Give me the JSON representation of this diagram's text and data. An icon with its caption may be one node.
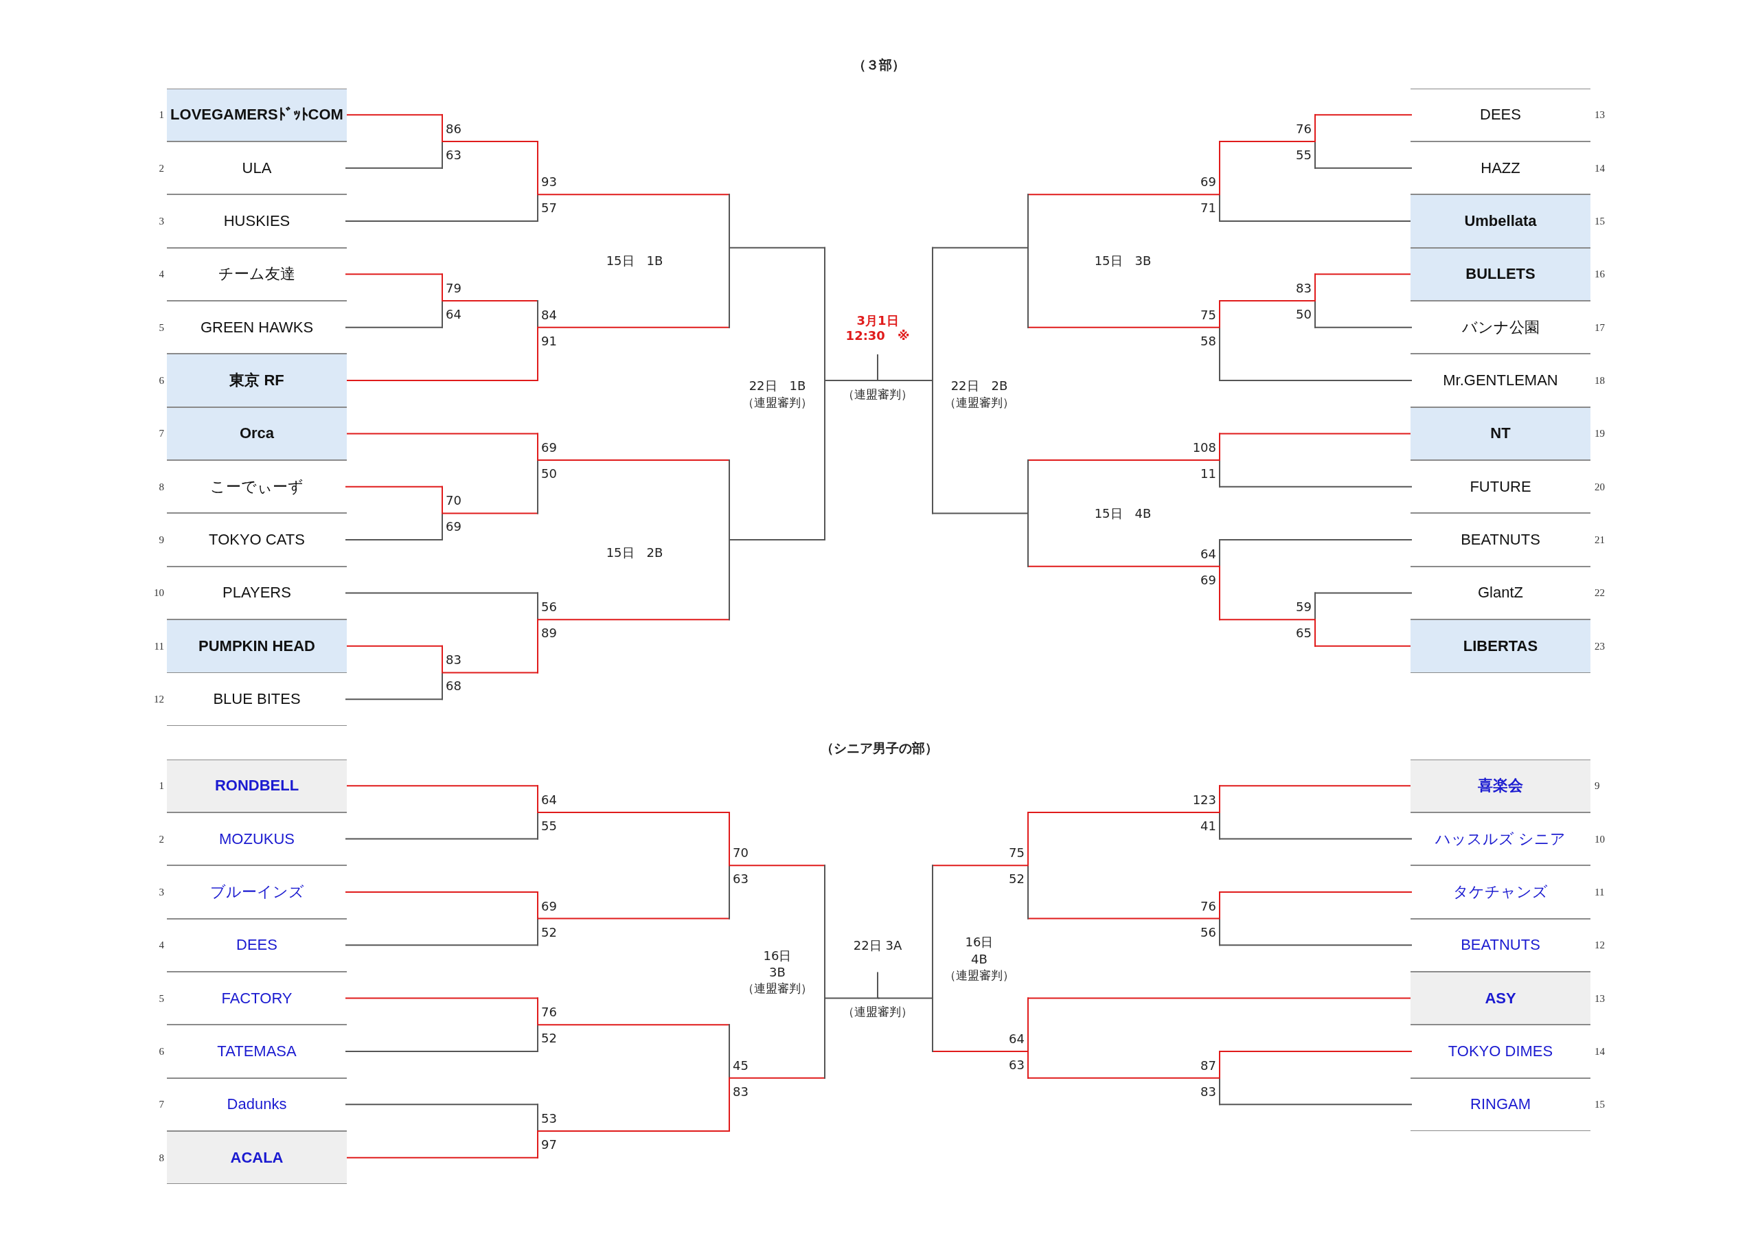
{
  "diagram": {
    "nodes": [
      {
        "text": [
          "LOVEGAMERSﾄﾞｯﾄCOM"
        ],
        "beside": [
          "1"
        ]
      },
      {
        "text": [
          "ULA"
        ],
        "beside": [
          "2"
        ]
      },
      {
        "text": [
          "HUSKIES"
        ],
        "beside": [
          "3"
        ]
      },
      {
        "text": [
          "チーム友達"
        ],
        "beside": [
          "4"
        ]
      },
      {
        "text": [
          "GREEN HAWKS"
        ],
        "beside": [
          "5"
        ]
      },
      {
        "text": [
          "東京 RF"
        ],
        "beside": [
          "6"
        ]
      },
      {
        "text": [
          "Orca"
        ],
        "beside": [
          "7"
        ]
      },
      {
        "text": [
          "こーでぃーず"
        ],
        "beside": [
          "8"
        ]
      },
      {
        "text": [
          "TOKYO CATS"
        ],
        "beside": [
          "9"
        ]
      },
      {
        "text": [
          "PLAYERS"
        ],
        "beside": [
          "10"
        ]
      },
      {
        "text": [
          "PUMPKIN HEAD"
        ],
        "beside": [
          "11"
        ]
      },
      {
        "text": [
          "BLUE BITES"
        ],
        "beside": [
          "12"
        ]
      },
      {
        "text": [
          "DEES"
        ],
        "beside": [
          "13"
        ]
      },
      {
        "text": [
          "HAZZ"
        ],
        "beside": [
          "14"
        ]
      },
      {
        "text": [
          "Umbellata"
        ],
        "beside": [
          "15"
        ]
      },
      {
        "text": [
          "BULLETS"
        ],
        "beside": [
          "16"
        ]
      },
      {
        "text": [
          "バンナ公園"
        ],
        "beside": [
          "17"
        ]
      },
      {
        "text": [
          "Mr.GENTLEMAN"
        ],
        "beside": [
          "18"
        ]
      },
      {
        "text": [
          "NT"
        ],
        "beside": [
          "19"
        ]
      },
      {
        "text": [
          "FUTURE"
        ],
        "beside": [
          "20"
        ]
      },
      {
        "text": [
          "BEATNUTS"
        ],
        "beside": [
          "21"
        ]
      },
      {
        "text": [
          "GlantZ"
        ],
        "beside": [
          "22"
        ]
      },
      {
        "text": [
          "LIBERTAS"
        ],
        "beside": [
          "23"
        ]
      },
      {
        "text": [
          "RONDBELL"
        ],
        "beside": [
          "1"
        ]
      },
      {
        "text": [
          "MOZUKUS"
        ],
        "beside": [
          "2"
        ]
      },
      {
        "text": [
          "ブルーインズ"
        ],
        "beside": [
          "3"
        ]
      },
      {
        "text": [
          "DEES"
        ],
        "beside": [
          "4"
        ]
      },
      {
        "text": [
          "FACTORY"
        ],
        "beside": [
          "5"
        ]
      },
      {
        "text": [
          "TATEMASA"
        ],
        "beside": [
          "6"
        ]
      },
      {
        "text": [
          "Dadunks"
        ],
        "beside": [
          "7"
        ]
      },
      {
        "text": [
          "ACALA"
        ],
        "beside": [
          "8"
        ]
      },
      {
        "text": [
          "喜楽会"
        ],
        "beside": [
          "9"
        ]
      },
      {
        "text": [
          "ハッスルズ シニア"
        ],
        "beside": [
          "10"
        ]
      },
      {
        "text": [
          "タケチャンズ"
        ],
        "beside": [
          "11"
        ]
      },
      {
        "text": [
          "BEATNUTS"
        ],
        "beside": [
          "12"
        ]
      },
      {
        "text": [
          "ASY"
        ],
        "beside": [
          "13"
        ]
      },
      {
        "text": [
          "TOKYO DIMES"
        ],
        "beside": [
          "14"
        ]
      },
      {
        "text": [
          "RINGAM"
        ],
        "beside": [
          "15"
        ]
      }
    ],
    "labels": [
      "（３部）",
      "3月1日",
      "12:30　※",
      "15日　1B",
      "15日　3B",
      "22日　1B",
      "（連盟審判）",
      "（連盟審判）",
      "22日　2B",
      "（連盟審判）",
      "15日　4B",
      "15日　2B",
      "（シニア男子の部）",
      "16日",
      "22日 3A",
      "16日",
      "4B",
      "3B",
      "（連盟審判）",
      "（連盟審判）",
      "（連盟審判）",
      "86",
      "63",
      "93",
      "57",
      "79",
      "64",
      "84",
      "91",
      "70",
      "69",
      "69",
      "50",
      "83",
      "68",
      "56",
      "89",
      "76",
      "55",
      "69",
      "71",
      "83",
      "50",
      "75",
      "58",
      "108",
      "11",
      "59",
      "65",
      "64",
      "69",
      "64",
      "55",
      "69",
      "52",
      "70",
      "63",
      "76",
      "52",
      "53",
      "97",
      "45",
      "83",
      "123",
      "41",
      "76",
      "56",
      "75",
      "52",
      "87",
      "83",
      "64",
      "63"
    ]
  }
}
